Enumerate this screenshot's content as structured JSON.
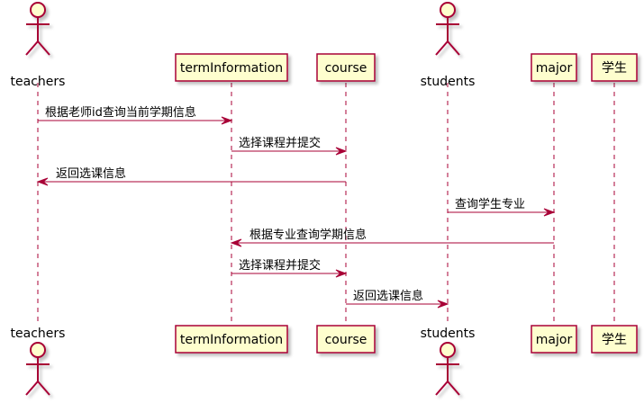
{
  "diagram": {
    "type": "sequence",
    "colors": {
      "participant_fill": "#FEFECE",
      "participant_border": "#A80036",
      "arrow": "#A80036",
      "lifeline": "#A80036",
      "shadow": "#CFCFCF"
    },
    "participants": [
      {
        "id": "teachers",
        "label": "teachers",
        "kind": "actor"
      },
      {
        "id": "termInformation",
        "label": "termInformation",
        "kind": "participant"
      },
      {
        "id": "course",
        "label": "course",
        "kind": "participant"
      },
      {
        "id": "students",
        "label": "students",
        "kind": "actor"
      },
      {
        "id": "major",
        "label": "major",
        "kind": "participant"
      },
      {
        "id": "xuesheng",
        "label": "学生",
        "kind": "participant"
      }
    ],
    "messages": [
      {
        "from": "teachers",
        "to": "termInformation",
        "label": "根据老师id查询当前学期信息"
      },
      {
        "from": "termInformation",
        "to": "course",
        "label": "选择课程并提交"
      },
      {
        "from": "course",
        "to": "teachers",
        "label": "返回选课信息"
      },
      {
        "from": "students",
        "to": "major",
        "label": "查询学生专业"
      },
      {
        "from": "major",
        "to": "termInformation",
        "label": "根据专业查询学期信息"
      },
      {
        "from": "termInformation",
        "to": "course",
        "label": "选择课程并提交"
      },
      {
        "from": "course",
        "to": "students",
        "label": "返回选课信息"
      }
    ]
  }
}
